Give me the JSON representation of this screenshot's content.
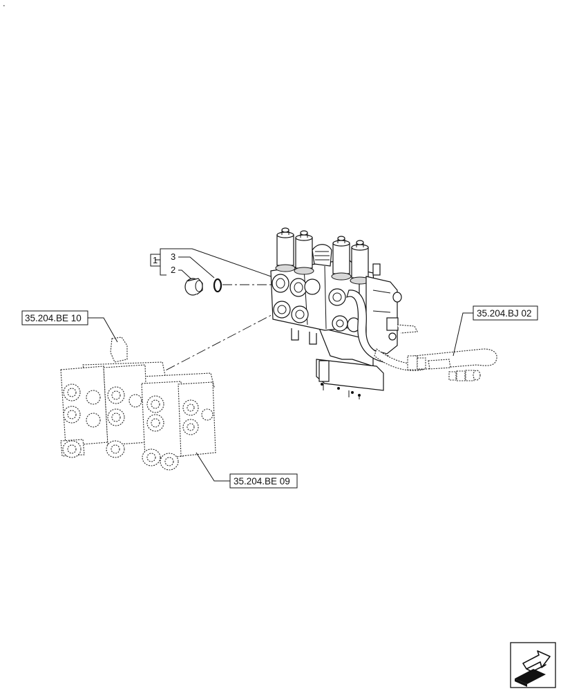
{
  "callouts": {
    "group_number": "1",
    "item_3": "3",
    "item_2": "2"
  },
  "references": {
    "ref_be10": "35.204.BE 10",
    "ref_bj02": "35.204.BJ 02",
    "ref_be09": "35.204.BE 09"
  },
  "icons": {
    "corner_marker": ".",
    "navigation": "next-page-arrow-icon"
  }
}
